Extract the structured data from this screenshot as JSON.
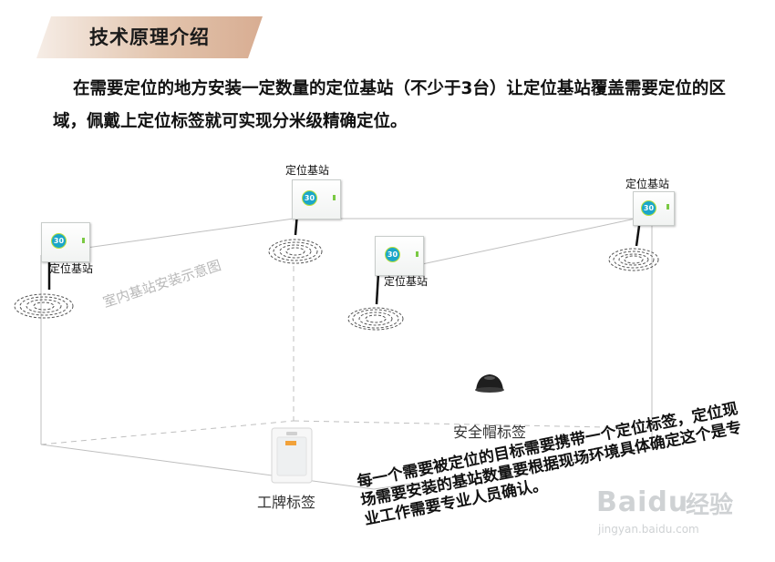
{
  "header": {
    "title": "技术原理介绍"
  },
  "intro": "在需要定位的地方安装一定数量的定位基站（不少于3台）让定位基站覆盖需要定位的区域，佩戴上定位标签就可实现分米级精确定位。",
  "diagram": {
    "stations": [
      {
        "label": "定位基站",
        "badge": "30"
      },
      {
        "label": "定位基站",
        "badge": "30"
      },
      {
        "label": "定位基站",
        "badge": "30"
      },
      {
        "label": "定位基站",
        "badge": "30"
      }
    ],
    "watermark_caption": "室内基站安装示意图",
    "helmet_tag_label": "安全帽标签",
    "badge_tag_label": "工牌标签",
    "note": "每一个需要被定位的目标需要携带一个定位标签，定位现场需要安装的基站数量要根据现场环境具体确定这个是专业工作需要专业人员确认。"
  },
  "watermark": {
    "brand": "Baidu",
    "jingyan": "经验",
    "url": "jingyan.baidu.com"
  },
  "colors": {
    "banner_start": "#f6ede6",
    "banner_end": "#d8ad92",
    "badge": "#1aa6c9",
    "badge_ring": "#b8df3a"
  }
}
